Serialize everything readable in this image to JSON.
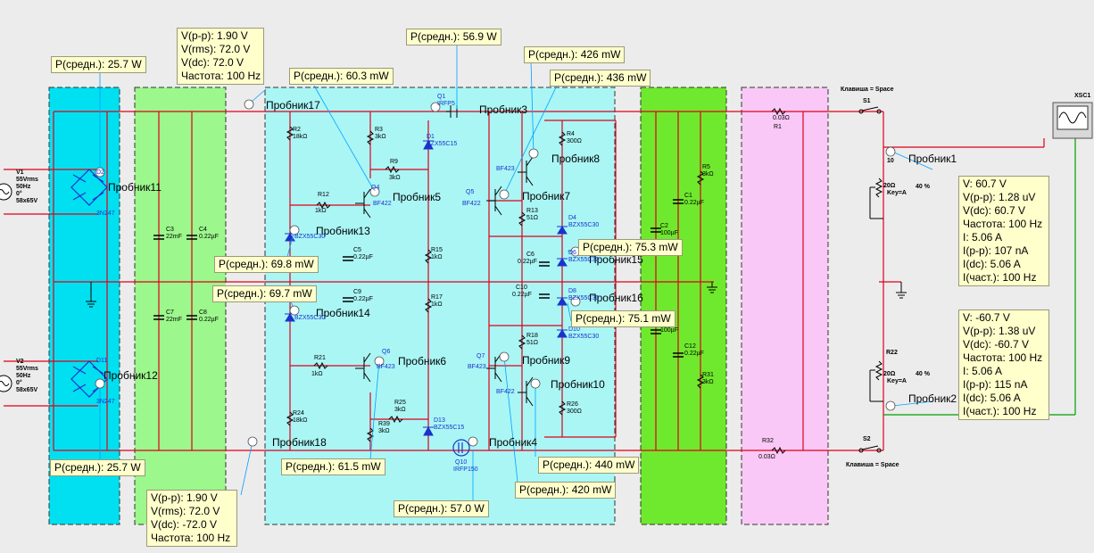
{
  "colors": {
    "background": "#ececec",
    "wire": "#e0001a",
    "block_cyan": "#00e0f0",
    "block_green": "#9cf78c",
    "block_lightcyan": "#a9f6f5",
    "block_lime": "#6fe92e",
    "block_pink": "#f9c8f6",
    "tooltip_bg": "#ffffcc",
    "component_blue": "#1a33cc",
    "probe_line": "#00a0ff",
    "scope_wire": "#00a000"
  },
  "probes": {
    "p17": "Пробник17",
    "p18": "Пробник18",
    "p11": "Пробник11",
    "p12": "Пробник12",
    "p5": "Пробник5",
    "p13": "Пробник13",
    "p14": "Пробник14",
    "p6": "Пробник6",
    "p3": "Пробник3",
    "p8": "Пробник8",
    "p7": "Пробник7",
    "p15": "Пробник15",
    "p16": "Пробник16",
    "p9": "Пробник9",
    "p10": "Пробник10",
    "p4": "Пробник4",
    "p1": "Пробник1",
    "p2": "Пробник2"
  },
  "tooltips": {
    "top_voltage": [
      "V(p-p): 1.90 V",
      "V(rms): 72.0 V",
      "V(dc): 72.0 V",
      "Частота: 100 Hz"
    ],
    "bottom_voltage": [
      "V(p-p): 1.90 V",
      "V(rms): 72.0 V",
      "V(dc): -72.0 V",
      "Частота: 100 Hz"
    ],
    "right_top": [
      "V: 60.7 V",
      "V(p-p): 1.28 uV",
      "V(dc): 60.7 V",
      "Частота: 100 Hz",
      "I: 5.06 A",
      "I(p-p): 107 nA",
      "I(dc): 5.06 A",
      "I(част.): 100 Hz"
    ],
    "right_bottom": [
      "V: -60.7 V",
      "V(p-p): 1.38 uV",
      "V(dc): -60.7 V",
      "Частота: 100 Hz",
      "I: 5.06 A",
      "I(p-p): 115 nA",
      "I(dc): 5.06 A",
      "I(част.): 100 Hz"
    ],
    "p_d2": "P(средн.): 25.7 W",
    "p_d11": "P(средн.): 25.7 W",
    "p_q1": "P(средн.): 56.9 W",
    "p_q10": "P(средн.): 57.0 W",
    "p_q4": "P(средн.): 60.3 mW",
    "p_q6": "P(средн.): 61.5 mW",
    "p_d5": "P(средн.): 69.8 mW",
    "p_d9": "P(средн.): 69.7 mW",
    "p_w2": "P(средн.): 426 mW",
    "p_q5": "P(средн.): 436 mW",
    "p_d6": "P(средн.): 75.3 mW",
    "p_d8": "P(средн.): 75.1 mW",
    "p_w8": "P(средн.): 440 mW",
    "p_q7": "P(средн.): 420 mW"
  },
  "components": {
    "v1": [
      "V1",
      "55Vrms",
      "50Hz",
      "0°",
      "58x65V"
    ],
    "v2": [
      "V2",
      "55Vrms",
      "50Hz",
      "0°",
      "58x65V"
    ],
    "d2": [
      "D2",
      "3N247"
    ],
    "d11": [
      "D11",
      "3N247"
    ],
    "c3": [
      "C3",
      "22mF"
    ],
    "c4": [
      "C4",
      "0.22µF"
    ],
    "c7": [
      "C7",
      "22mF"
    ],
    "c8": [
      "C8",
      "0.22µF"
    ],
    "r2": [
      "R2",
      "18kΩ"
    ],
    "r3": [
      "R3",
      "3kΩ"
    ],
    "q1": [
      "Q1",
      "IRFP5"
    ],
    "d1": [
      "D1",
      "BZX55C15"
    ],
    "r9": [
      "R9",
      "3kΩ"
    ],
    "r4": [
      "R4",
      "300Ω"
    ],
    "r12": [
      "R12",
      "1kΩ"
    ],
    "q4": [
      "Q4",
      "BF422"
    ],
    "q5": [
      "Q5",
      "BF422"
    ],
    "bf423a": [
      "BF423"
    ],
    "r13": [
      "R13",
      "51Ω"
    ],
    "d5": [
      "D5",
      "BZX55C30"
    ],
    "c5": [
      "C5",
      "0.22µF"
    ],
    "r15": [
      "R15",
      "1kΩ"
    ],
    "c6": [
      "C6",
      "0.22µF"
    ],
    "d4": [
      "D4",
      "BZX55C30"
    ],
    "d6": [
      "D6",
      "BZX55C30"
    ],
    "c9": [
      "C9",
      "0.22µF"
    ],
    "r17": [
      "R17",
      "1kΩ"
    ],
    "c10": [
      "C10",
      "0.22µF"
    ],
    "d8": [
      "D8",
      "BZX55C30"
    ],
    "d9": [
      "D9",
      "BZX55C30"
    ],
    "d10": [
      "D10",
      "BZX55C30"
    ],
    "r21": [
      "R21",
      "1kΩ"
    ],
    "q6": [
      "Q6",
      "BF423"
    ],
    "q7": [
      "Q7",
      "BF423"
    ],
    "bf422b": [
      "BF422"
    ],
    "r18": [
      "R18",
      "51Ω"
    ],
    "r25": [
      "R25",
      "3kΩ"
    ],
    "r39": [
      "R39",
      "3kΩ"
    ],
    "d13": [
      "D13",
      "BZX55C15"
    ],
    "r24": [
      "R24",
      "18kΩ"
    ],
    "r26": [
      "R26",
      "300Ω"
    ],
    "q10": [
      "Q10",
      "IRFP150"
    ],
    "c1": [
      "C1",
      "0.22µF"
    ],
    "r5": [
      "R5",
      "3kΩ"
    ],
    "c2": [
      "C2",
      "100µF"
    ],
    "c11": [
      "100µF"
    ],
    "c12": [
      "C12",
      "0.22µF"
    ],
    "r31": [
      "R31",
      "3kΩ"
    ],
    "r1": [
      "R1",
      "0.03Ω"
    ],
    "r32": [
      "R32",
      "0.03Ω"
    ],
    "s1": [
      "S1"
    ],
    "s2": [
      "S2"
    ],
    "r10": [
      "10",
      "20Ω",
      "Key=A"
    ],
    "r22": [
      "R22",
      "20Ω",
      "Key=A"
    ],
    "pct1": "40 %",
    "pct2": "40 %",
    "xsc1": "XSC1",
    "key_space": "Клавиша = Space"
  }
}
